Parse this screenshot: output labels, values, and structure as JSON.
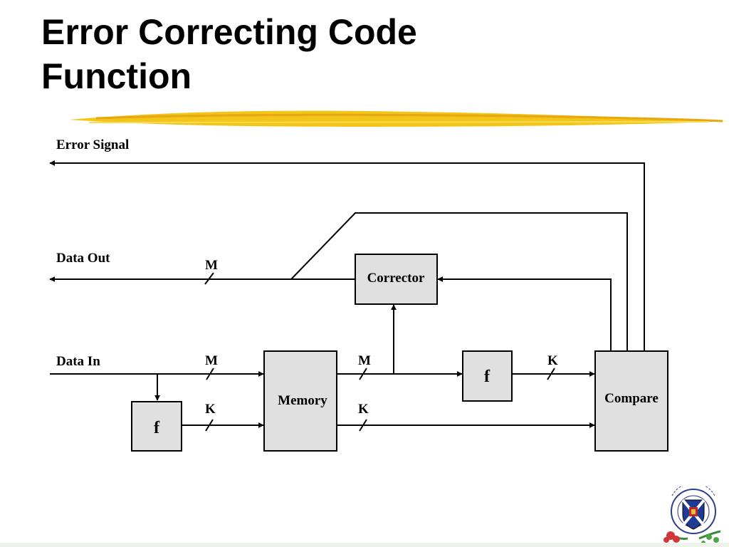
{
  "slide": {
    "title_line1": "Error Correcting Code",
    "title_line2": "Function"
  },
  "diagram": {
    "signals": {
      "error_signal": "Error Signal",
      "data_out": "Data Out",
      "data_in": "Data In"
    },
    "blocks": {
      "corrector": "Corrector",
      "memory": "Memory",
      "compare": "Compare",
      "f_encoder": "f",
      "f_recompute": "f"
    },
    "bus_widths": {
      "data_out": "M",
      "data_in": "M",
      "encoder_out": "K",
      "memory_data_out": "M",
      "memory_check_out": "K",
      "recompute_out": "K"
    }
  },
  "colors": {
    "brush_stroke": "#f2c518",
    "block_fill": "#e0e0e0"
  }
}
